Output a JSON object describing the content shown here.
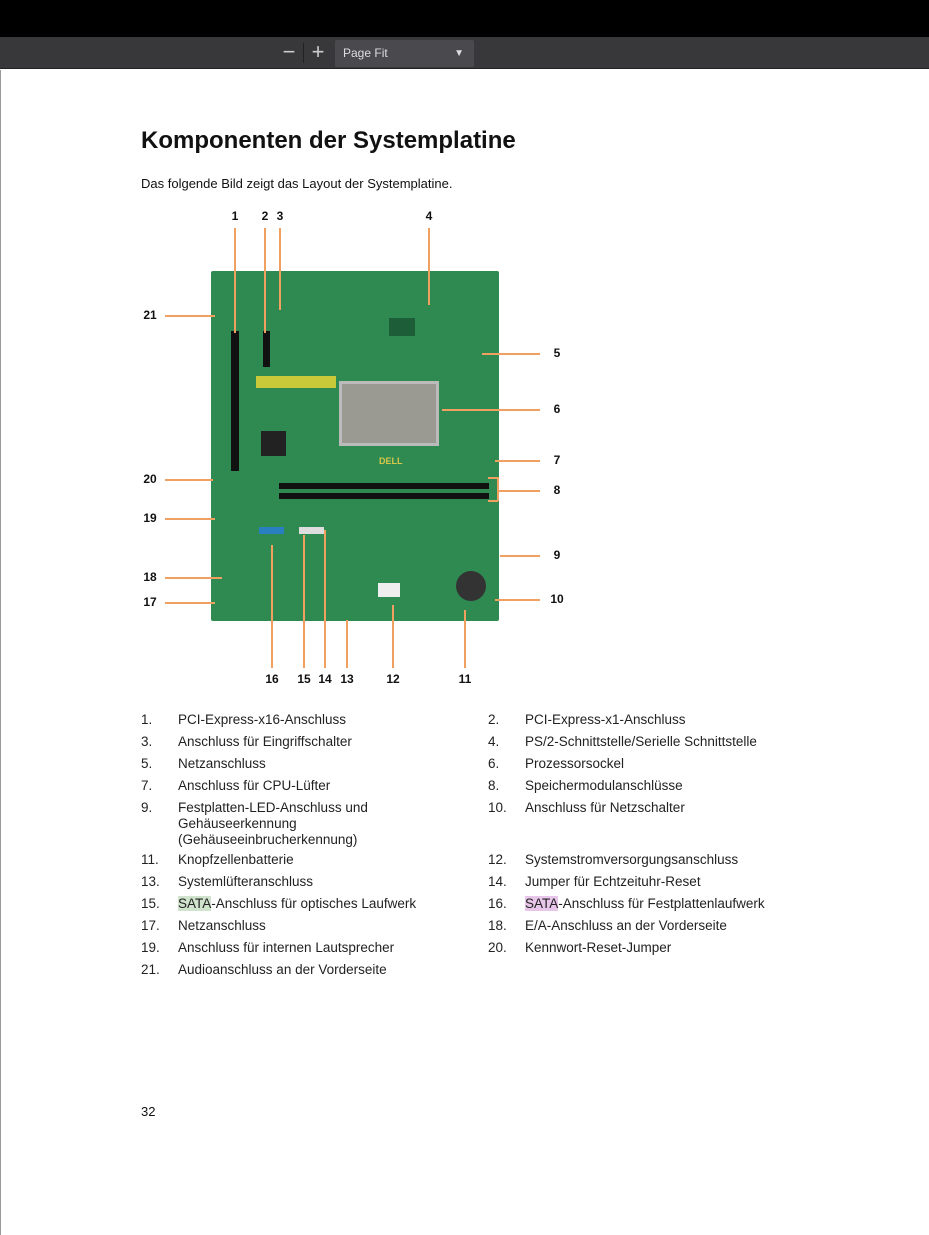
{
  "toolbar": {
    "zoom_out": "−",
    "zoom_in": "+",
    "zoom_mode": "Page Fit",
    "chevron": "⌄"
  },
  "title": "Komponenten der Systemplatine",
  "intro": "Das folgende Bild zeigt das Layout der Systemplatine.",
  "figure": {
    "board_logo": "DELL",
    "callouts": [
      "1",
      "2",
      "3",
      "4",
      "5",
      "6",
      "7",
      "8",
      "9",
      "10",
      "11",
      "12",
      "13",
      "14",
      "15",
      "16",
      "17",
      "18",
      "19",
      "20",
      "21"
    ]
  },
  "items": [
    {
      "n": "1.",
      "t": "PCI-Express-x16-Anschluss"
    },
    {
      "n": "2.",
      "t": "PCI-Express-x1-Anschluss"
    },
    {
      "n": "3.",
      "t": "Anschluss für Eingriffschalter"
    },
    {
      "n": "4.",
      "t": "PS/2-Schnittstelle/Serielle Schnittstelle"
    },
    {
      "n": "5.",
      "t": "Netzanschluss"
    },
    {
      "n": "6.",
      "t": "Prozessorsockel"
    },
    {
      "n": "7.",
      "t": "Anschluss für CPU-Lüfter"
    },
    {
      "n": "8.",
      "t": "Speichermodulanschlüsse"
    },
    {
      "n": "9.",
      "t": "Festplatten-LED-Anschluss und Gehäuseerkennung (Gehäuseeinbrucherkennung)"
    },
    {
      "n": "10.",
      "t": "Anschluss für Netzschalter"
    },
    {
      "n": "11.",
      "t": "Knopfzellenbatterie"
    },
    {
      "n": "12.",
      "t": "Systemstromversorgungsanschluss"
    },
    {
      "n": "13.",
      "t": "Systemlüfteranschluss"
    },
    {
      "n": "14.",
      "t": "Jumper für Echtzeituhr-Reset"
    },
    {
      "n": "15.",
      "hl": "SATA",
      "t": "-Anschluss für optisches Laufwerk"
    },
    {
      "n": "16.",
      "hl": "SATA",
      "t": "-Anschluss für Festplattenlaufwerk"
    },
    {
      "n": "17.",
      "t": "Netzanschluss"
    },
    {
      "n": "18.",
      "t": "E/A-Anschluss an der Vorderseite"
    },
    {
      "n": "19.",
      "t": "Anschluss für internen Lautsprecher"
    },
    {
      "n": "20.",
      "t": "Kennwort-Reset-Jumper"
    },
    {
      "n": "21.",
      "t": "Audioanschluss an der Vorderseite"
    }
  ],
  "page_number": "32"
}
